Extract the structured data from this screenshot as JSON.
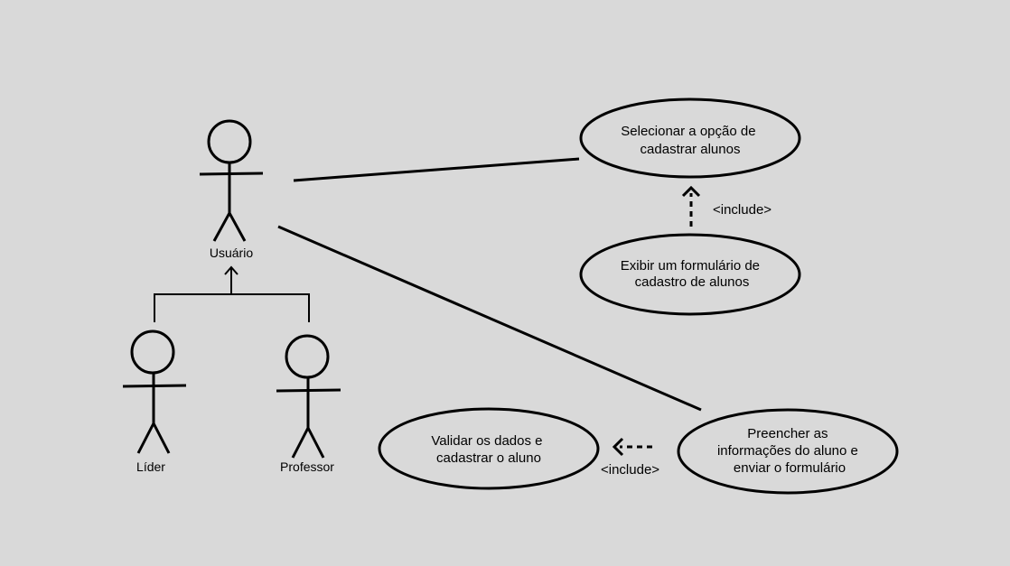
{
  "actors": {
    "usuario": {
      "name": "Usuário"
    },
    "lider": {
      "name": "Líder"
    },
    "professor": {
      "name": "Professor"
    }
  },
  "use_cases": {
    "selecionar": {
      "lines": [
        "Selecionar a opção de",
        "cadastrar alunos"
      ]
    },
    "exibir": {
      "lines": [
        "Exibir um formulário de",
        "cadastro de alunos"
      ]
    },
    "preencher": {
      "lines": [
        "Preencher as",
        "informações do aluno e",
        "enviar o formulário"
      ]
    },
    "validar": {
      "lines": [
        "Validar os dados e",
        "cadastrar o aluno"
      ]
    }
  },
  "relations": {
    "include_top": {
      "label": "<include>"
    },
    "include_bottom": {
      "label": "<include>"
    }
  }
}
